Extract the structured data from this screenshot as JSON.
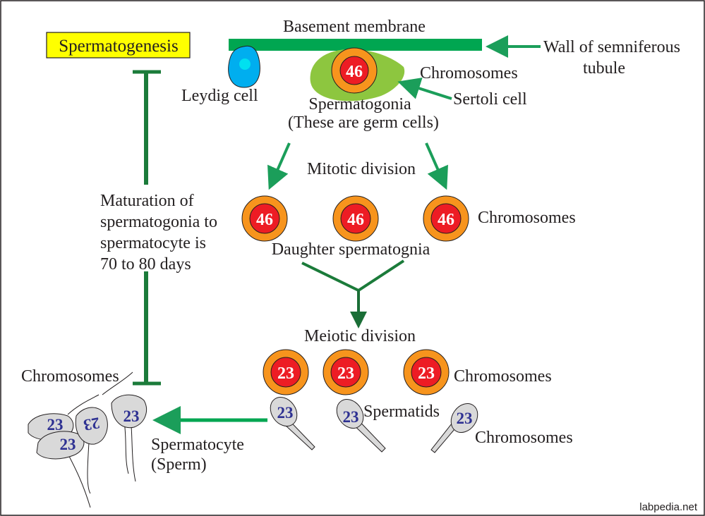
{
  "labels": {
    "title": "Spermatogenesis",
    "basement_membrane": "Basement membrane",
    "wall_line1": "Wall of semniferous",
    "wall_line2": "tubule",
    "leydig": "Leydig cell",
    "chromosomes_top": "Chromosomes",
    "sertoli": "Sertoli cell",
    "spermatogonia_line1": "Spermatogonia",
    "spermatogonia_line2": "(These are germ cells)",
    "mitotic": "Mitotic division",
    "chromosomes_mid": "Chromosomes",
    "daughter": "Daughter spermatognia",
    "maturation_line1": "Maturation of",
    "maturation_line2": "spermatogonia  to",
    "maturation_line3": "spermatocyte is",
    "maturation_line4": "70 to 80 days",
    "meiotic": "Meiotic  division",
    "chromosomes_meiotic": "Chromosomes",
    "spermatids": "Spermatids",
    "chromosomes_spermatid": "Chromosomes",
    "chromosomes_sperm": "Chromosomes",
    "spermatocyte_line1": "Spermatocyte",
    "spermatocyte_line2": "(Sperm)",
    "watermark": "labpedia.net"
  },
  "counts": {
    "spermatogonia": "46",
    "daughter": [
      "46",
      "46",
      "46"
    ],
    "meiotic": [
      "23",
      "23",
      "23"
    ],
    "spermatids": [
      "23",
      "23",
      "23"
    ],
    "sperm": [
      "23",
      "23",
      "23",
      "23"
    ]
  },
  "colors": {
    "green": "#00a651",
    "dark_green": "#1b7b3a",
    "orange": "#f7941d",
    "red": "#ed1c24",
    "sertoli": "#8dc63f",
    "leydig": "#00aeef",
    "leydig_nucleus": "#00e0f0",
    "title_bg": "#ffff00",
    "sperm_gray": "#d9d9d9",
    "sperm_text": "#2e3192"
  }
}
